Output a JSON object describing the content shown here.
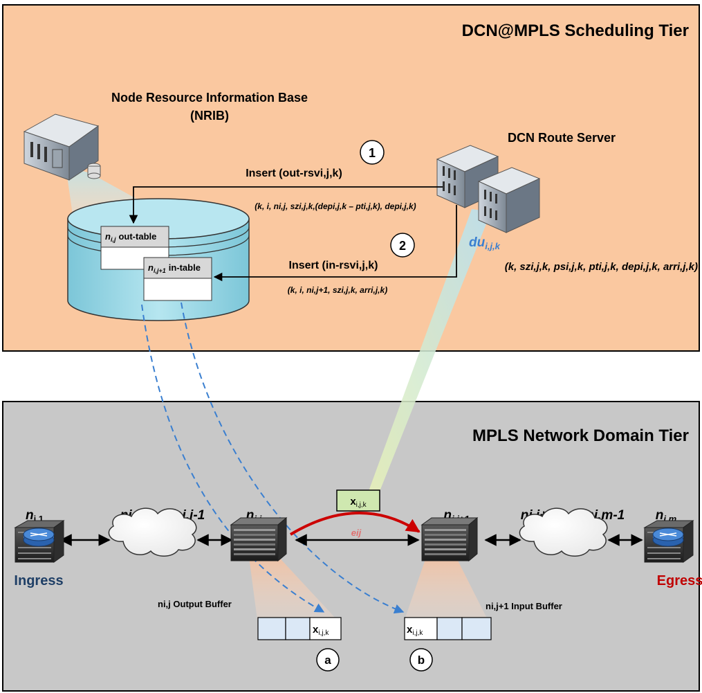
{
  "tiers": {
    "top_title": "DCN@MPLS Scheduling Tier",
    "bottom_title": "MPLS Network Domain Tier"
  },
  "nrib": {
    "title_line1": "Node Resource Information Base",
    "title_line2": "(NRIB)",
    "out_table": {
      "node": "n",
      "sub": "i,j",
      "label": "out-table"
    },
    "in_table": {
      "node": "n",
      "sub": "i,j+1",
      "label": "in-table"
    }
  },
  "route_server": {
    "label": "DCN Route Server",
    "du_base": "du",
    "du_sub": "i,j,k",
    "du_tuple": "(k, szi,j,k,  psi,j,k, pti,j,k, depi,j,k, arri,j,k)"
  },
  "steps": [
    {
      "number": "1",
      "label": "Insert (out-rsvi,j,k)",
      "tuple": "(k, i, ni,j, szi,j,k,(depi,j,k – pti,j,k), depi,j,k)"
    },
    {
      "number": "2",
      "label": "Insert (in-rsvi,j,k)",
      "tuple": "(k, i, ni,j+1, szi,j,k, arri,j,k)"
    }
  ],
  "nodes": {
    "n_i1": "n",
    "n_i1_sub": "i,1",
    "n_range1": "ni,2 , …, ni,j-1",
    "n_ij": "n",
    "n_ij_sub": "i,j",
    "n_ij1": "n",
    "n_ij1_sub": "i,j+1",
    "n_range2": "ni,j+1 , …, ni,m-1",
    "n_im": "n",
    "n_im_sub": "i,m"
  },
  "ingress_label": "Ingress",
  "egress_label": "Egress",
  "packet": {
    "base": "x",
    "sub": "i,j,k"
  },
  "link_label": "eij",
  "buffers": {
    "output_label": "ni,j Output Buffer",
    "input_label": "ni,j+1 Input Buffer",
    "cell_base": "x",
    "cell_sub": "i,j,k"
  },
  "markers": {
    "a": "a",
    "b": "b"
  },
  "colors": {
    "top_bg": "#fac8a0",
    "bottom_bg": "#c8c8c8",
    "db_fill": "#8fd0de",
    "ingress": "#1f3f66",
    "egress": "#c00000",
    "du": "#3a7fd0",
    "red_arrow": "#cc0000",
    "blue_dash": "#3a7fd0"
  }
}
